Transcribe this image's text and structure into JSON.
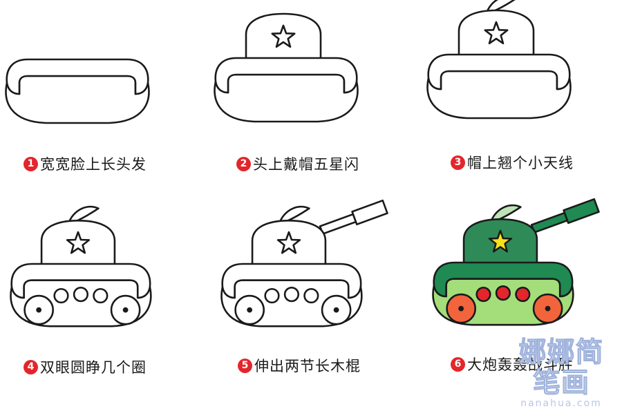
{
  "steps": [
    {
      "number": "1",
      "caption": "宽宽脸上长头发"
    },
    {
      "number": "2",
      "caption": "头上戴帽五星闪"
    },
    {
      "number": "3",
      "caption": "帽上翘个小天线"
    },
    {
      "number": "4",
      "caption": "双眼圆睁几个圈"
    },
    {
      "number": "5",
      "caption": "伸出两节长木棍"
    },
    {
      "number": "6",
      "caption": "大炮轰轰战斗胜"
    }
  ],
  "watermark": {
    "name": "娜娜简笔画",
    "site": "nanahua.com"
  },
  "colors": {
    "outline": "#1a1a1a",
    "badge": "#e3262b",
    "turret": "#2e8b57",
    "hull": "#1f8a52",
    "skirt": "#a4de7a",
    "star": "#f7e11a",
    "antenna": "#bfe3b8",
    "wheel": "#f2643c",
    "eye": "#e3262b"
  }
}
